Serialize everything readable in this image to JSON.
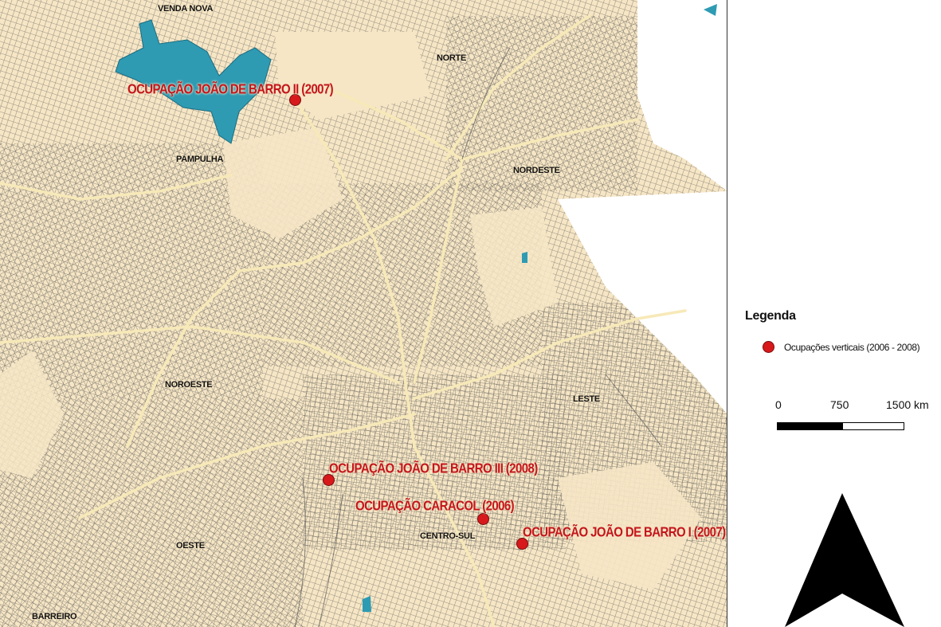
{
  "regions": {
    "venda_nova": "VENDA NOVA",
    "norte": "NORTE",
    "pampulha": "PAMPULHA",
    "nordeste_top": "NORDESTE",
    "noroeste": "NOROESTE",
    "leste": "LESTE",
    "centro_sul": "CENTRO-SUL",
    "oeste": "OESTE",
    "barreiro": "BARREIRO"
  },
  "occupations": [
    {
      "label": "OCUPAÇÃO JOÃO DE BARRO II (2007)"
    },
    {
      "label": "OCUPAÇÃO JOÃO DE BARRO III (2008)"
    },
    {
      "label": "OCUPAÇÃO CARACOL (2006)"
    },
    {
      "label": "OCUPAÇÃO JOÃO DE BARRO I (2007)"
    }
  ],
  "legend": {
    "title": "Legenda",
    "item": "Ocupações verticais (2006 - 2008)"
  },
  "scale": {
    "ticks": [
      "0",
      "750",
      "1500 km"
    ]
  },
  "colors": {
    "land": "#f6e6c5",
    "streets": "#3a3a3a",
    "water": "#2e9bb3",
    "marker": "#d7191c",
    "label": "#c4161c"
  }
}
